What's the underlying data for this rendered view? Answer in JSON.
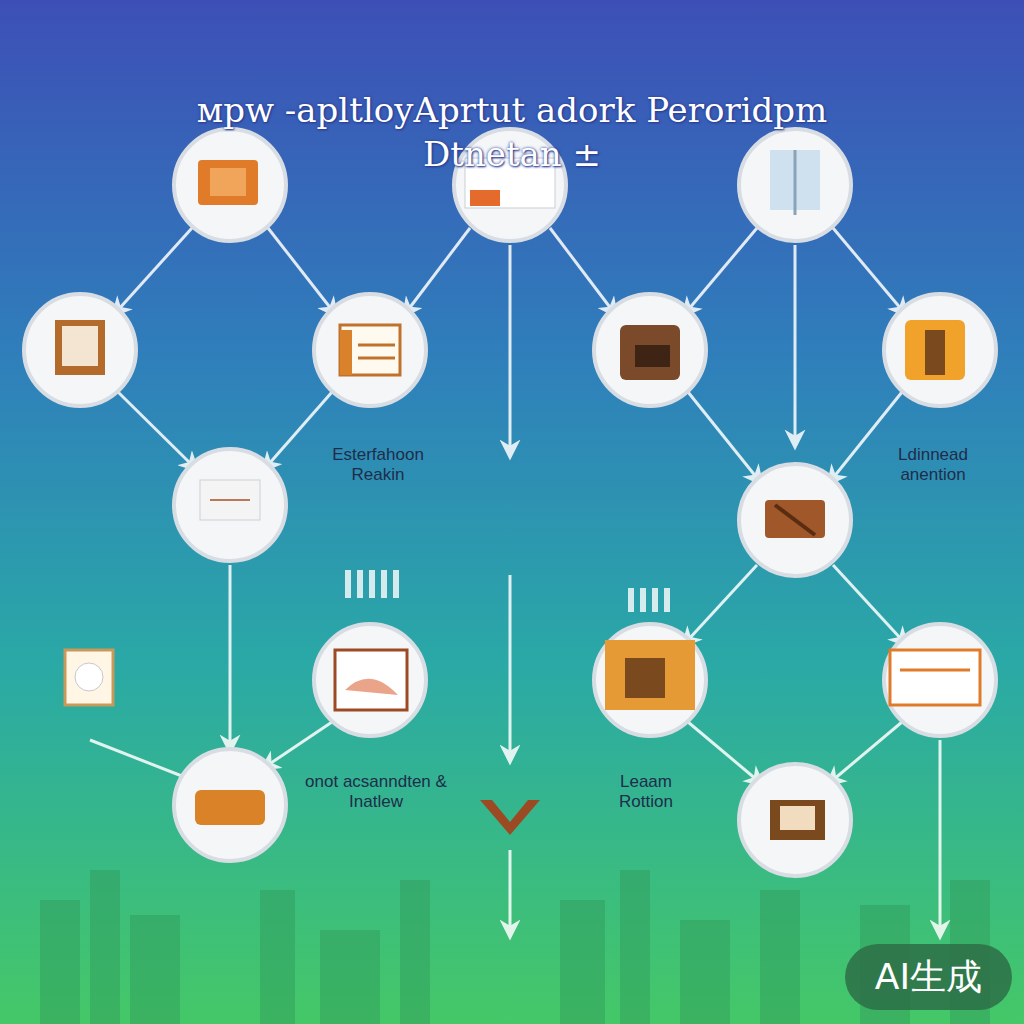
{
  "diagram": {
    "title": "мpw -apltloyAprtut adork Peroridpm Dtnetan ±",
    "labels": [
      "Esterfahoon Reakin",
      "Ldinnead anention",
      "onot acsanndten & Inatlew",
      "Leaam Rottion",
      "AI生成"
    ]
  }
}
